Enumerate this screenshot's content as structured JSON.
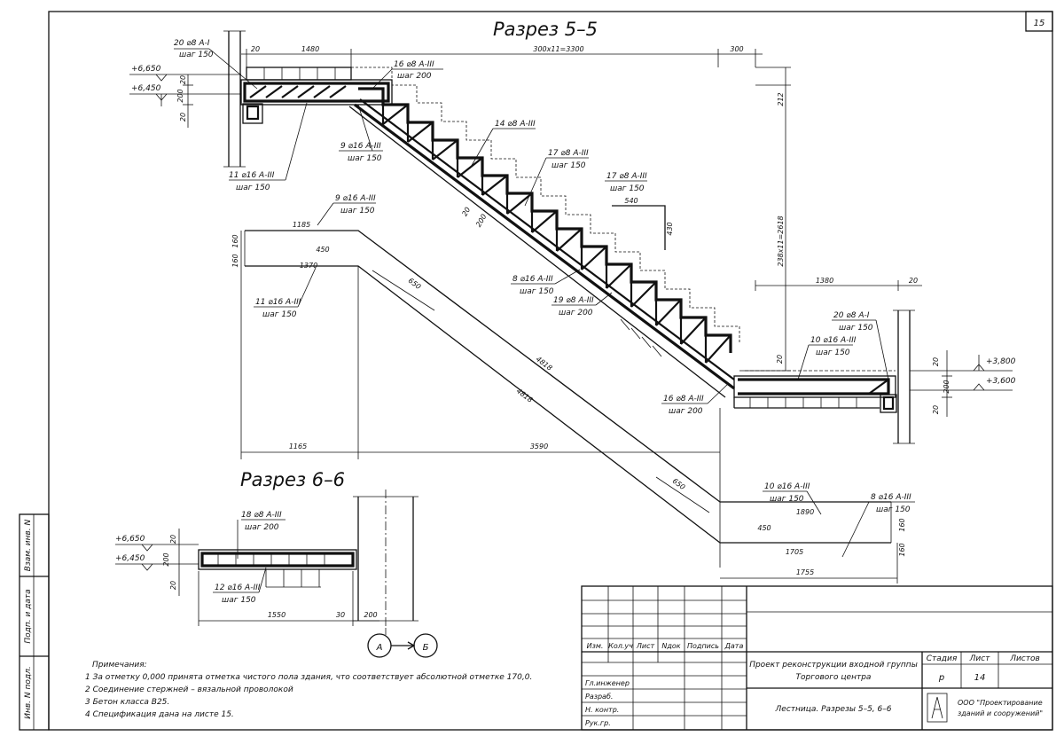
{
  "sheet_number": "15",
  "section_5_5": {
    "title": "Разрез 5–5",
    "elev_top_a": "+6,650",
    "elev_top_b": "+6,450",
    "elev_bot_a": "+3,800",
    "elev_bot_b": "+3,600",
    "dims": {
      "d20a": "20",
      "d1480": "1480",
      "d300x11": "300х11=3300",
      "d300": "300",
      "d212": "212",
      "d238x11": "238х11=2618",
      "d1380": "1380",
      "d20b": "20",
      "d200a": "200",
      "d20c": "20",
      "d200b": "200",
      "d20d": "20",
      "d160a": "160",
      "d160b": "160",
      "d1165": "1165",
      "d3590": "3590",
      "d1185": "1185",
      "d450a": "450",
      "d1370": "1370",
      "d650a": "650",
      "d4818a": "4818",
      "d4818b": "4818",
      "d650b": "650",
      "d450b": "450",
      "d1890": "1890",
      "d1705": "1705",
      "d1755": "1755",
      "d160c": "160",
      "d160d": "160",
      "d540": "540",
      "d430": "430",
      "d20e": "20",
      "d200c": "200",
      "d20f": "20",
      "d20g": "20",
      "d20h": "20"
    },
    "rebar": {
      "r20top_a": "20 ⌀8 A-I",
      "r20top_b": "шаг 150",
      "r16a": "16 ⌀8 A-III",
      "r16b": "шаг 200",
      "r9a": "9 ⌀16 A-III",
      "r9b": "шаг 150",
      "r11a": "11 ⌀16 A-III",
      "r11b": "шаг 150",
      "r14": "14 ⌀8 A-III",
      "r17a": "17 ⌀8 A-III",
      "r17b": "шаг 150",
      "r17c": "17 ⌀8 A-III",
      "r17d": "шаг 150",
      "r9c": "9 ⌀16 A-III",
      "r9d": "шаг 150",
      "r11c": "11 ⌀16 A-III",
      "r11d": "шаг 150",
      "r8a": "8 ⌀16 A-III",
      "r8b": "шаг 150",
      "r19a": "19 ⌀8 A-III",
      "r19b": "шаг 200",
      "r20bot_a": "20 ⌀8 A-I",
      "r20bot_b": "шаг 150",
      "r10a": "10 ⌀16 A-III",
      "r10b": "шаг 150",
      "r16c": "16 ⌀8 A-III",
      "r16d": "шаг 200",
      "r10c": "10 ⌀16 A-III",
      "r10d": "шаг 150",
      "r8c": "8 ⌀16 A-III",
      "r8d": "шаг 150"
    }
  },
  "section_6_6": {
    "title": "Разрез 6–6",
    "elev_a": "+6,650",
    "elev_b": "+6,450",
    "r18a": "18 ⌀8 A-III",
    "r18b": "шаг 200",
    "r12a": "12 ⌀16 A-III",
    "r12b": "шаг 150",
    "d1550": "1550",
    "d30": "30",
    "d200": "200",
    "d200v": "200",
    "d20a": "20",
    "d20b": "20",
    "axis_a": "А",
    "axis_b": "Б"
  },
  "notes": {
    "heading": "Примечания:",
    "items": [
      "1 За отметку 0,000 принята отметка чистого пола здания, что соответствует абсолютной отметке 170,0.",
      "2 Соединение стержней – вязальной проволокой",
      "3 Бетон класса В25.",
      "4 Спецификация дана на листе 15."
    ]
  },
  "left_strip": {
    "vzam": "Взам. инв. N",
    "podp": "Подп. и дата",
    "inv": "Инв. N подл."
  },
  "title_block": {
    "col_izm": "Изм.",
    "col_koluch": "Кол.уч",
    "col_list": "Лист",
    "col_ndok": "Nдок",
    "col_podpis": "Подпись",
    "col_data": "Дата",
    "row_gl": "Гл.инженер",
    "row_razrab": "Разраб.",
    "row_nkontr": "Н. контр.",
    "row_rukgr": "Рук.гр.",
    "project_line1": "Проект реконструкции входной группы",
    "project_line2": "Торгового центра",
    "drawing_title": "Лестница. Разрезы 5–5, 6–6",
    "stage_label": "Стадия",
    "list_label": "Лист",
    "listov_label": "Листов",
    "stage_value": "р",
    "list_value": "14",
    "company_line1": "ООО \"Проектирование",
    "company_line2": "зданий и сооружений\""
  }
}
